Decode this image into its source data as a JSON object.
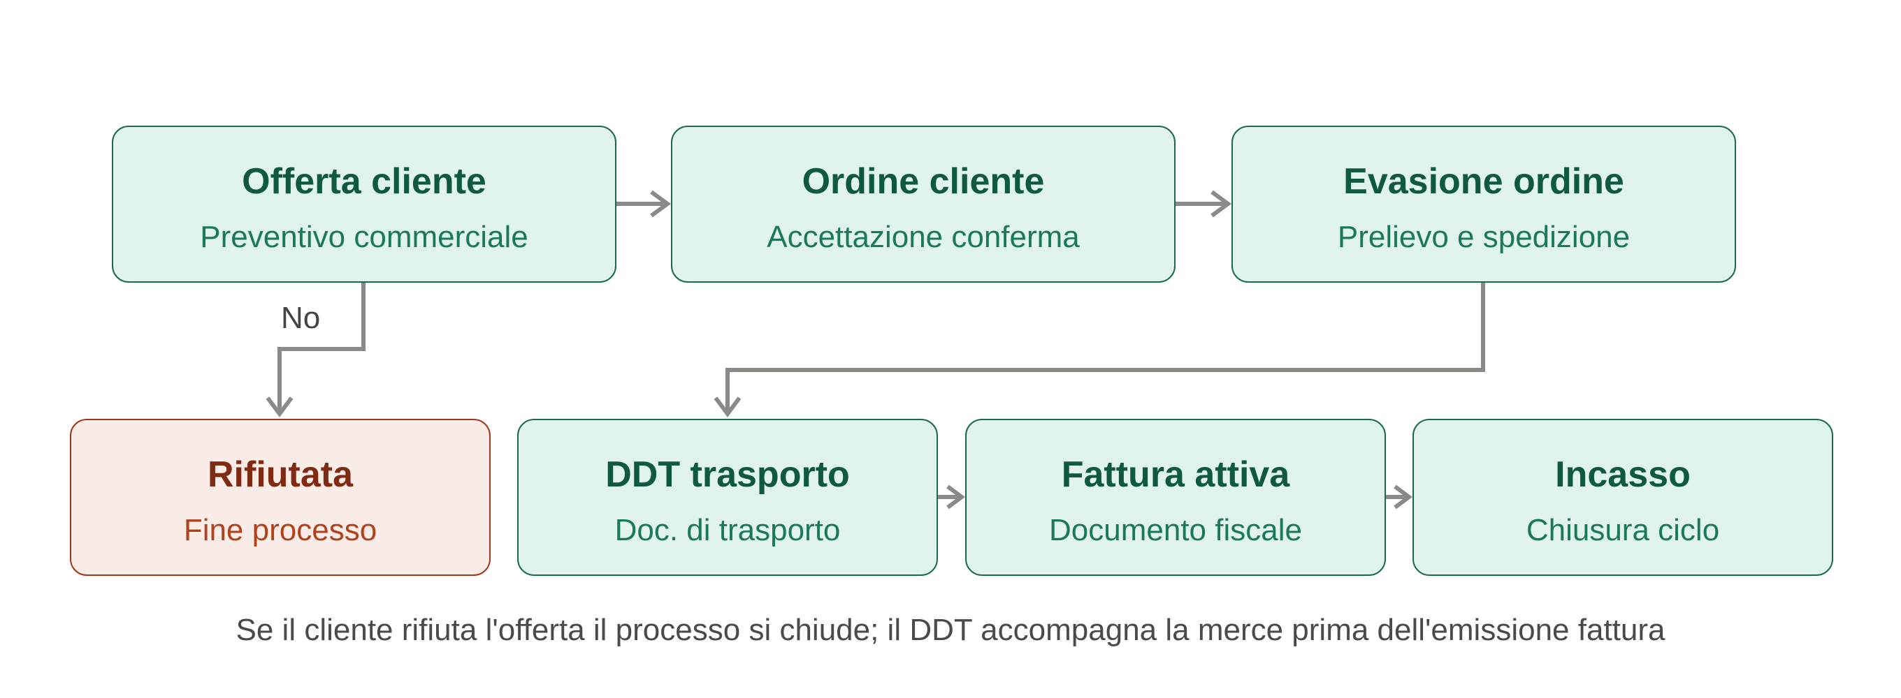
{
  "colors": {
    "node_fill": "#e0f4ec",
    "node_border": "#1b6b4a",
    "node_title": "#0f5a3d",
    "node_subtitle": "#1b7a55",
    "reject_fill": "#faece7",
    "reject_border": "#a0391c",
    "reject_title": "#7f2a12",
    "reject_subtitle": "#b0431e",
    "connector": "#8a8a86"
  },
  "nodes": {
    "offerta": {
      "title": "Offerta cliente",
      "subtitle": "Preventivo commerciale"
    },
    "ordine": {
      "title": "Ordine cliente",
      "subtitle": "Accettazione conferma"
    },
    "evasione": {
      "title": "Evasione ordine",
      "subtitle": "Prelievo e spedizione"
    },
    "rifiutata": {
      "title": "Rifiutata",
      "subtitle": "Fine processo"
    },
    "ddt": {
      "title": "DDT trasporto",
      "subtitle": "Doc. di trasporto"
    },
    "fattura": {
      "title": "Fattura attiva",
      "subtitle": "Documento fiscale"
    },
    "incasso": {
      "title": "Incasso",
      "subtitle": "Chiusura ciclo"
    }
  },
  "edges": [
    {
      "from": "offerta",
      "to": "ordine",
      "label": ""
    },
    {
      "from": "ordine",
      "to": "evasione",
      "label": ""
    },
    {
      "from": "offerta",
      "to": "rifiutata",
      "label": "No"
    },
    {
      "from": "evasione",
      "to": "ddt",
      "label": ""
    },
    {
      "from": "ddt",
      "to": "fattura",
      "label": ""
    },
    {
      "from": "fattura",
      "to": "incasso",
      "label": ""
    }
  ],
  "edge_labels": {
    "no": "No"
  },
  "caption": "Se il cliente rifiuta l'offerta il processo si chiude; il DDT accompagna la merce prima dell'emissione fattura"
}
